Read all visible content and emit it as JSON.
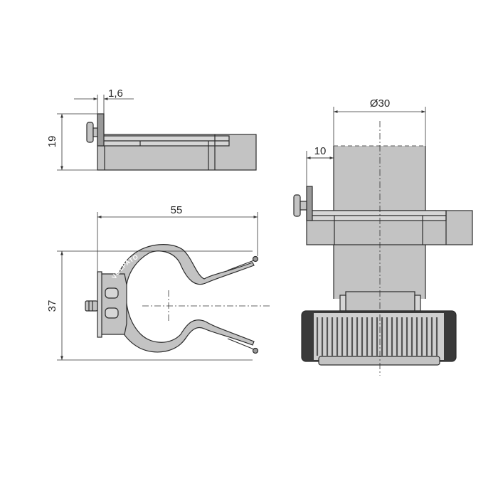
{
  "drawing": {
    "dimensions": {
      "thickness": "1,6",
      "clip_height": "19",
      "clip_width": "55",
      "clip_depth": "37",
      "tube_diameter": "Ø30",
      "offset": "10"
    },
    "logo": "VOLPATO",
    "colors": {
      "part_fill": "#c3c3c3",
      "part_dark": "#9a9a9a",
      "foot_dark": "#3a3a3a",
      "line": "#2b2b2b",
      "background": "#ffffff"
    }
  }
}
